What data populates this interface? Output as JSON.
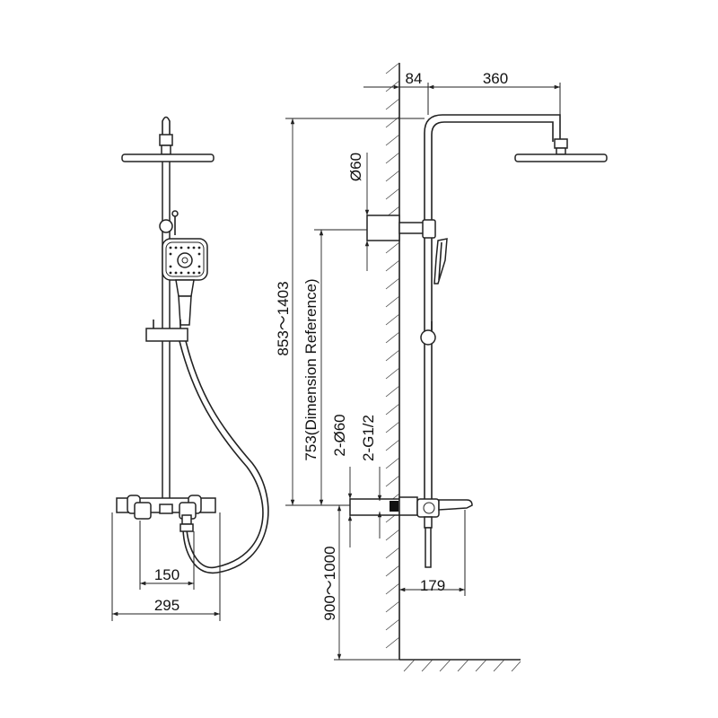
{
  "dimensions": {
    "wall_offset": "84",
    "arm_length": "360",
    "overhead_diameter": "Ø60",
    "height_range": "853～1403",
    "reference_height": "753(Dimension Reference)",
    "inlet_diameter": "2-Ø60",
    "inlet_thread": "2-G1/2",
    "mount_height": "900～1000",
    "spout_projection": "179",
    "inlet_spacing": "150",
    "body_width": "295"
  }
}
